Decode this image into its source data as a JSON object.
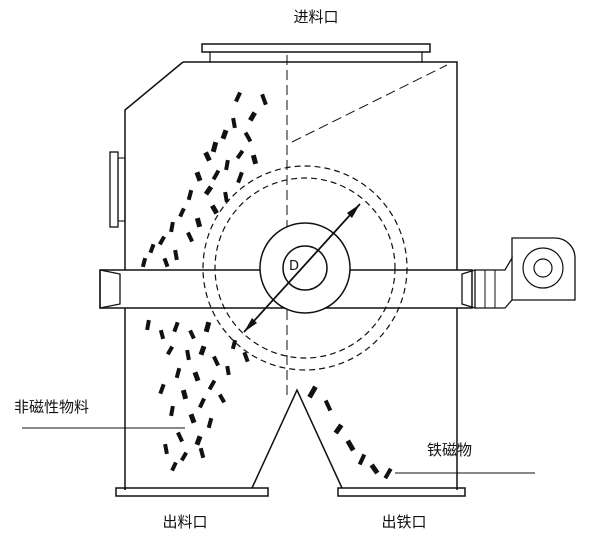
{
  "labels": {
    "inlet": "进料口",
    "non_magnetic": "非磁性物料",
    "ferromagnetic": "铁磁物",
    "material_outlet": "出料口",
    "iron_outlet": "出铁口",
    "diameter": "D"
  }
}
